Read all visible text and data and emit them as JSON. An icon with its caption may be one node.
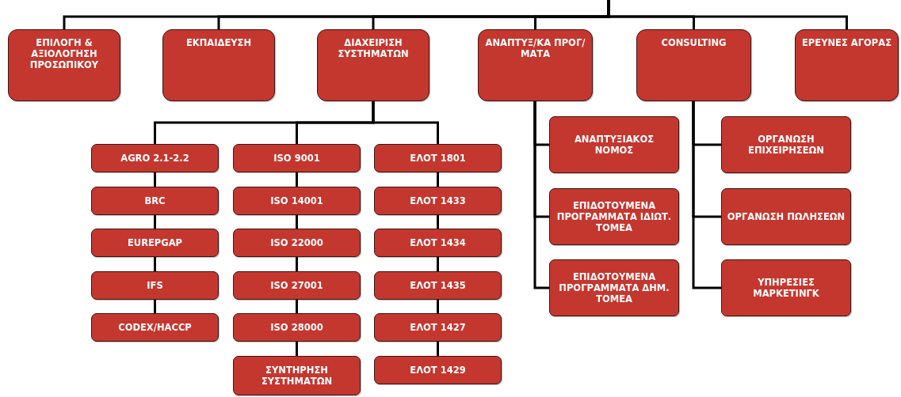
{
  "diagram": {
    "nodes": [
      {
        "text": [
          "ΕΠΙΛΟΓΗ & ΑΞΙΟΛΟΓΗΣΗ ΠΡΟΣΩΠΙΚΟΥ"
        ]
      },
      {
        "text": [
          "ΕΚΠΑΙΔΕΥΣΗ"
        ]
      },
      {
        "text": [
          "ΔΙΑΧΕΙΡΙΣΗ ΣΥΣΤΗΜΑΤΩΝ"
        ]
      },
      {
        "text": [
          "ΑΝΑΠΤΥΞ/ΚΑ ΠΡΟΓ/ΜΑΤΑ"
        ]
      },
      {
        "text": [
          "CONSULTING"
        ]
      },
      {
        "text": [
          "ΕΡΕΥΝΕΣ ΑΓΟΡΑΣ"
        ]
      },
      {
        "text": [
          "AGRO 2.1-2.2"
        ]
      },
      {
        "text": [
          "BRC"
        ]
      },
      {
        "text": [
          "EUREPGAP"
        ]
      },
      {
        "text": [
          "IFS"
        ]
      },
      {
        "text": [
          "CODEX/HACCP"
        ]
      },
      {
        "text": [
          "ISO 9001"
        ]
      },
      {
        "text": [
          "ISO 14001"
        ]
      },
      {
        "text": [
          "ISO 22000"
        ]
      },
      {
        "text": [
          "ISO 27001"
        ]
      },
      {
        "text": [
          "ISO 28000"
        ]
      },
      {
        "text": [
          "ΣΥΝΤΗΡΗΣΗ ΣΥΣΤΗΜΑΤΩΝ"
        ]
      },
      {
        "text": [
          "ΕΛΟΤ 1801"
        ]
      },
      {
        "text": [
          "ΕΛΟΤ 1433"
        ]
      },
      {
        "text": [
          "ΕΛΟΤ 1434"
        ]
      },
      {
        "text": [
          "ΕΛΟΤ 1435"
        ]
      },
      {
        "text": [
          "ΕΛΟΤ 1427"
        ]
      },
      {
        "text": [
          "ΕΛΟΤ 1429"
        ]
      },
      {
        "text": [
          "ΑΝΑΠΤΥΞΙΑΚΟΣ ΝΟΜΟΣ"
        ]
      },
      {
        "text": [
          "ΕΠΙΔΟΤΟΥΜΕΝΑ ΠΡΟΓΡΑΜΜΑΤΑ ΙΔΙΩΤ. ΤΟΜΕΑ"
        ]
      },
      {
        "text": [
          "ΕΠΙΔΟΤΟΥΜΕΝΑ ΠΡΟΓΡΑΜΜΑΤΑ ΔΗΜ. ΤΟΜΕΑ"
        ]
      },
      {
        "text": [
          "ΟΡΓΑΝΩΣΗ ΕΠΙΧΕΙΡΗΣΕΩΝ"
        ]
      },
      {
        "text": [
          "ΟΡΓΑΝΩΣΗ ΠΩΛΗΣΕΩΝ"
        ]
      },
      {
        "text": [
          "ΥΠΗΡΕΣΙΕΣ ΜΑΡΚΕΤΙΝΓΚ"
        ]
      }
    ],
    "edges": [
      {
        "from": null,
        "to": 0,
        "arrow": "none"
      },
      {
        "from": null,
        "to": 1,
        "arrow": "none"
      },
      {
        "from": null,
        "to": 2,
        "arrow": "none"
      },
      {
        "from": null,
        "to": 3,
        "arrow": "none"
      },
      {
        "from": null,
        "to": 4,
        "arrow": "none"
      },
      {
        "from": null,
        "to": 5,
        "arrow": "none"
      },
      {
        "from": 2,
        "to": 6,
        "arrow": "none"
      },
      {
        "from": 6,
        "to": 7,
        "arrow": "none"
      },
      {
        "from": 7,
        "to": 8,
        "arrow": "none"
      },
      {
        "from": 8,
        "to": 9,
        "arrow": "none"
      },
      {
        "from": 9,
        "to": 10,
        "arrow": "none"
      },
      {
        "from": 2,
        "to": 11,
        "arrow": "none"
      },
      {
        "from": 11,
        "to": 12,
        "arrow": "none"
      },
      {
        "from": 12,
        "to": 13,
        "arrow": "none"
      },
      {
        "from": 13,
        "to": 14,
        "arrow": "none"
      },
      {
        "from": 14,
        "to": 15,
        "arrow": "none"
      },
      {
        "from": 15,
        "to": 16,
        "arrow": "none"
      },
      {
        "from": 2,
        "to": 17,
        "arrow": "none"
      },
      {
        "from": 17,
        "to": 18,
        "arrow": "none"
      },
      {
        "from": 18,
        "to": 19,
        "arrow": "none"
      },
      {
        "from": 19,
        "to": 20,
        "arrow": "none"
      },
      {
        "from": 20,
        "to": 21,
        "arrow": "none"
      },
      {
        "from": 21,
        "to": 22,
        "arrow": "none"
      },
      {
        "from": 3,
        "to": 23,
        "arrow": "none"
      },
      {
        "from": 3,
        "to": 24,
        "arrow": "none"
      },
      {
        "from": 3,
        "to": 25,
        "arrow": "none"
      },
      {
        "from": 4,
        "to": 26,
        "arrow": "none"
      },
      {
        "from": 4,
        "to": 27,
        "arrow": "none"
      },
      {
        "from": 4,
        "to": 28,
        "arrow": "none"
      }
    ]
  }
}
